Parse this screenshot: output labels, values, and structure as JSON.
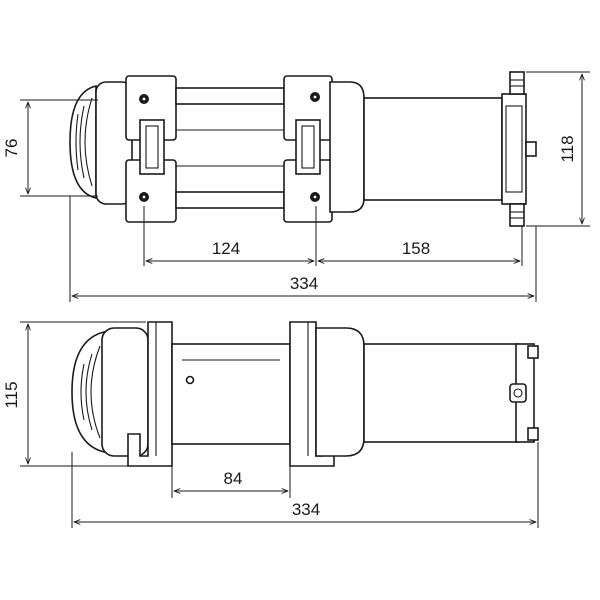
{
  "top_view": {
    "height_dim": "76",
    "end_height_dim": "118",
    "mount_spacing_dim": "124",
    "motor_length_dim": "158",
    "overall_length_dim": "334"
  },
  "side_view": {
    "height_dim": "115",
    "foot_spacing_dim": "84",
    "overall_length_dim": "334"
  }
}
